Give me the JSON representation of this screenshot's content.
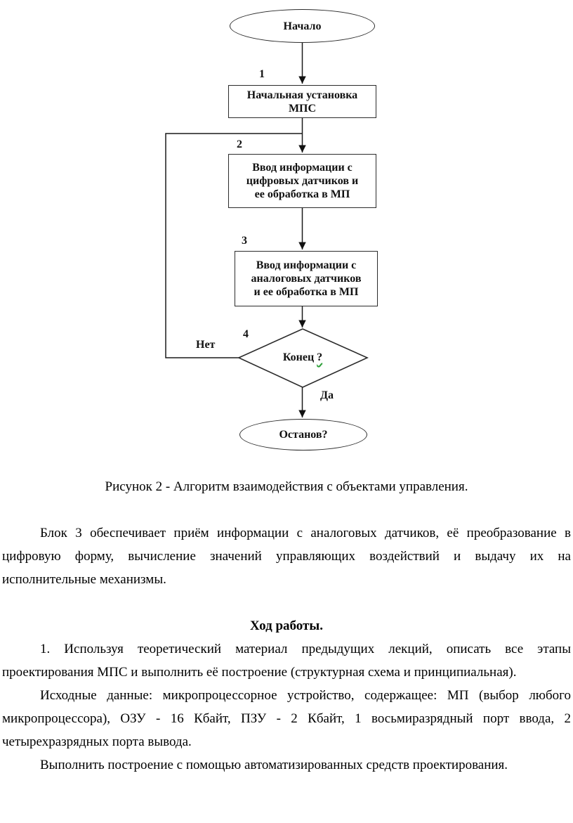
{
  "flowchart": {
    "start_label": "Начало",
    "blocks": [
      {
        "num": "1",
        "label": "Начальная установка\nМПС"
      },
      {
        "num": "2",
        "label": "Ввод информации с\nцифровых датчиков и\nее обработка в МП"
      },
      {
        "num": "3",
        "label": "Ввод информации с\nаналоговых датчиков\nи ее обработка в МП"
      }
    ],
    "decision_num": "4",
    "decision_label": "Конец",
    "decision_qmark": "?",
    "no_label": "Нет",
    "yes_label": "Да",
    "end_label": "Останов?"
  },
  "document": {
    "caption": "Рисунок 2 - Алгоритм взаимодействия с объектами управления.",
    "paragraph_block3": "Блок 3 обеспечивает приём информации с аналоговых датчиков, её преобразование в цифровую форму, вычисление значений управляющих воздействий и выдачу их на исполнительные механизмы.",
    "heading": "Ход работы.",
    "paragraph_task": "1. Используя теоретический материал предыдущих лекций, описать все этапы проектирования МПС и выполнить её построение (структурная схема и принципиальная).",
    "paragraph_data": "Исходные данные: микропроцессорное устройство, содержащее: МП (выбор любого микропроцессора), ОЗУ - 16 Кбайт, ПЗУ - 2 Кбайт, 1 восьмиразрядный порт ввода, 2 четырехразрядных порта вывода.",
    "paragraph_final": "Выполнить построение с помощью автоматизированных средств проектирования."
  },
  "colors": {
    "line": "#1a1a1a",
    "spellcheck": "#2fa03a"
  }
}
